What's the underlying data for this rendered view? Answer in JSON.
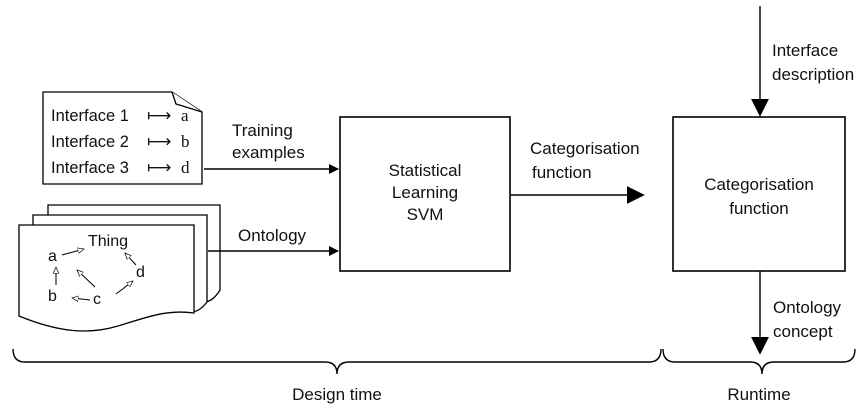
{
  "training_doc": {
    "rows": [
      {
        "label": "Interface 1",
        "arrow": "⟼",
        "value": "a"
      },
      {
        "label": "Interface 2",
        "arrow": "⟼",
        "value": "b"
      },
      {
        "label": "Interface 3",
        "arrow": "⟼",
        "value": "d"
      }
    ]
  },
  "ontology_doc": {
    "nodes": {
      "root": "Thing",
      "a": "a",
      "b": "b",
      "c": "c",
      "d": "d"
    }
  },
  "edges": {
    "training": [
      "Training",
      "examples"
    ],
    "ontology": "Ontology",
    "categorisation_fn": [
      "Categorisation",
      "function"
    ],
    "interface_desc": [
      "Interface",
      "description"
    ],
    "ontology_concept": [
      "Ontology",
      "concept"
    ]
  },
  "boxes": {
    "learner": [
      "Statistical",
      "Learning",
      "SVM"
    ],
    "categoriser": [
      "Categorisation",
      "function"
    ]
  },
  "phases": {
    "design": "Design time",
    "runtime": "Runtime"
  }
}
